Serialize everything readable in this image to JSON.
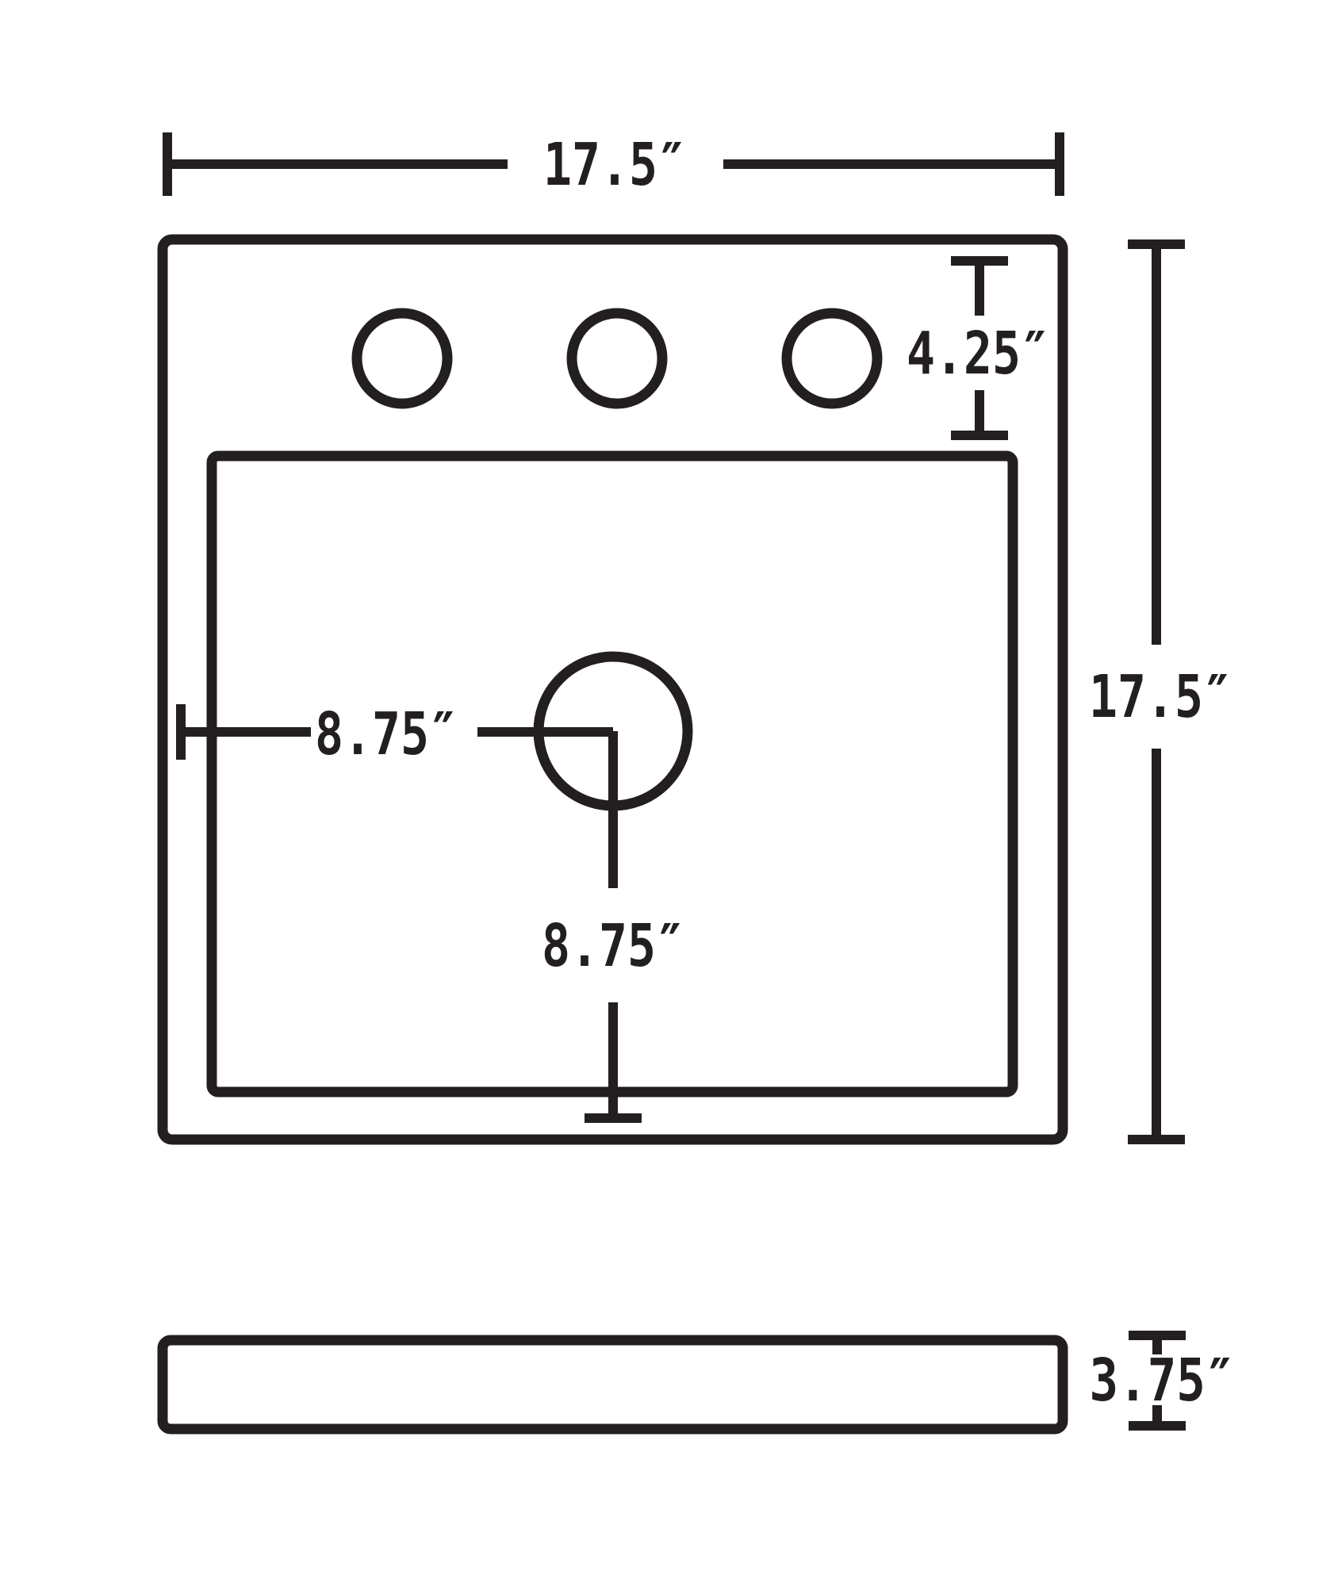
{
  "diagram": {
    "type": "technical-dimension-drawing",
    "subject": "square vessel sink with three faucet holes and center drain, top view and side profile view",
    "background_color": "#ffffff",
    "ink_color": "#231f20",
    "top_view": {
      "faucet_hole_count": 3,
      "width_label": "17.5″",
      "overall_height_label": "17.5″",
      "faucet_hole_offset_label": "4.25″",
      "drain_center_x_label": "8.75″",
      "drain_center_y_label": "8.75″"
    },
    "side_view": {
      "thickness_label": "3.75″"
    }
  }
}
